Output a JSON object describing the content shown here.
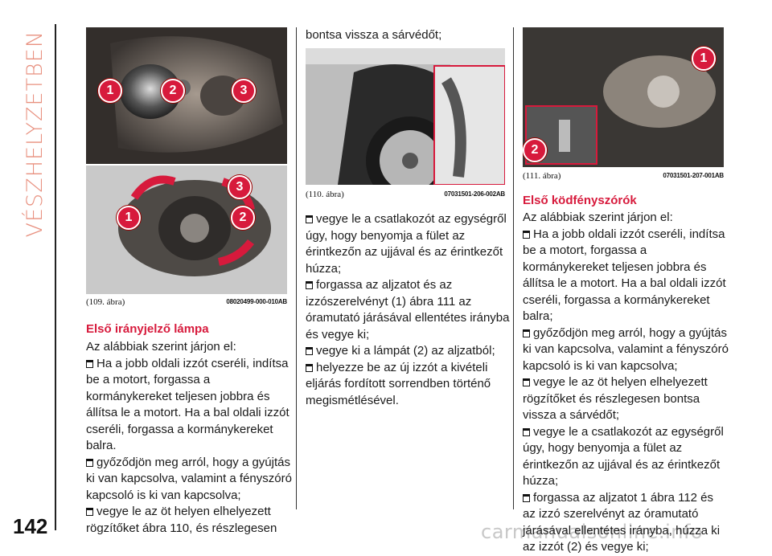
{
  "side_title": "VÉSZHELYZETBEN",
  "page_number": "142",
  "watermark": "carmanualsonline.info",
  "figures": {
    "f109": {
      "label": "(109. ábra)",
      "code": "08020499-000-010AB",
      "top_callouts": [
        "1",
        "2",
        "3"
      ],
      "bottom_callouts": [
        "1",
        "2",
        "3"
      ]
    },
    "f110": {
      "label": "(110. ábra)",
      "code": "07031501-206-002AB"
    },
    "f111": {
      "label": "(111. ábra)",
      "code": "07031501-207-001AB",
      "callouts": [
        "1",
        "2"
      ]
    }
  },
  "col1": {
    "heading": "Első irányjelző lámpa",
    "intro": "Az alábbiak szerint járjon el:",
    "bullets": [
      "Ha a jobb oldali izzót cseréli, indítsa be a motort, forgassa a kormánykereket teljesen jobbra és állítsa le a motort. Ha a bal oldali izzót cseréli, forgassa a kormánykereket balra.",
      "győződjön meg arról, hogy a gyújtás ki van kapcsolva, valamint a fényszóró kapcsoló is ki van kapcsolva;",
      "vegye le az öt helyen elhelyezett rögzítőket ábra 110, és részlegesen"
    ]
  },
  "col2": {
    "continued": "bontsa vissza a sárvédőt;",
    "bullets": [
      "vegye le a csatlakozót az egységről úgy, hogy benyomja a fület az érintkezőn az ujjával és az érintkezőt húzza;",
      "forgassa az aljzatot és az izzószerelvényt (1) ábra 111 az óramutató járásával ellentétes irányba és vegye ki;",
      "vegye ki a lámpát (2) az aljzatból;",
      "helyezze be az új izzót a kivételi eljárás fordított sorrendben történő megismétlésével."
    ]
  },
  "col3": {
    "heading": "Első ködfényszórók",
    "intro": "Az alábbiak szerint járjon el:",
    "bullets": [
      "Ha a jobb oldali izzót cseréli, indítsa be a motort, forgassa a kormánykereket teljesen jobbra és állítsa le a motort. Ha a bal oldali izzót cseréli, forgassa a kormánykereket balra;",
      "győződjön meg arról, hogy a gyújtás ki van kapcsolva, valamint a fényszóró kapcsoló is ki van kapcsolva;",
      "vegye le az öt helyen elhelyezett rögzítőket és részlegesen bontsa vissza a sárvédőt;",
      "vegye le a csatlakozót az egységről úgy, hogy benyomja a fület az érintkezőn az ujjával és az érintkezőt húzza;",
      "forgassa az aljzatot 1 ábra 112 és az izzó szerelvényt az óramutató járásával ellentétes irányba, húzza ki az izzót (2) és vegye ki;"
    ]
  }
}
